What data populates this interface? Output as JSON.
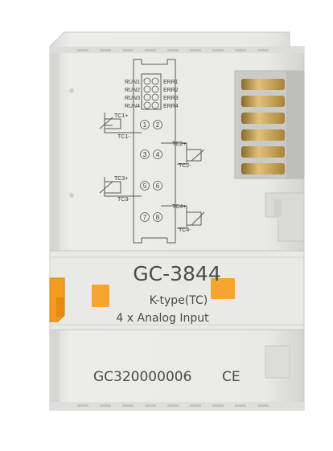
{
  "module": {
    "model": "GC-3844",
    "sensor_type": "K-type(TC)",
    "function": "4 x Analog Input",
    "part_number": "GC320000006",
    "certification": "CE"
  },
  "status_leds": {
    "run": [
      "RUN1",
      "RUN2",
      "RUN3",
      "RUN4"
    ],
    "err": [
      "ERR1",
      "ERR2",
      "ERR3",
      "ERR4"
    ]
  },
  "channels": [
    {
      "plus": "TC1+",
      "minus": "TC1-",
      "terminals": [
        "1",
        "2"
      ]
    },
    {
      "plus": "TC2+",
      "minus": "TC2-",
      "terminals": [
        "3",
        "4"
      ]
    },
    {
      "plus": "TC3+",
      "minus": "TC3-",
      "terminals": [
        "5",
        "6"
      ]
    },
    {
      "plus": "TC4+",
      "minus": "TC4-",
      "terminals": [
        "7",
        "8"
      ]
    }
  ],
  "colors": {
    "housing": "#e6e6e3",
    "housing_shadow": "#cfcfcb",
    "latch_orange": "#f39b1e",
    "contact_gold": "#c9a24a",
    "diagram_line": "#5a5a5a"
  }
}
